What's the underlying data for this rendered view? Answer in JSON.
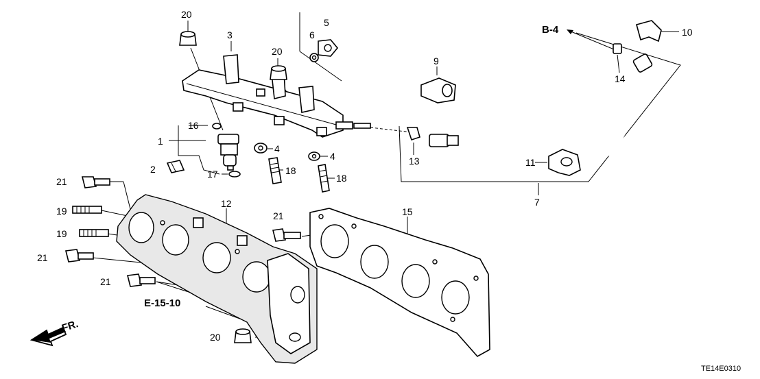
{
  "callouts": [
    "1",
    "2",
    "3",
    "4",
    "4",
    "5",
    "6",
    "7",
    "9",
    "10",
    "11",
    "12",
    "13",
    "14",
    "15",
    "16",
    "17",
    "18",
    "18",
    "19",
    "19",
    "20",
    "20",
    "20",
    "21",
    "21",
    "21",
    "21"
  ],
  "references": {
    "b4": "B-4",
    "e1510": "E-15-10",
    "front": "FR."
  },
  "diagram_code": "TE14E0310"
}
